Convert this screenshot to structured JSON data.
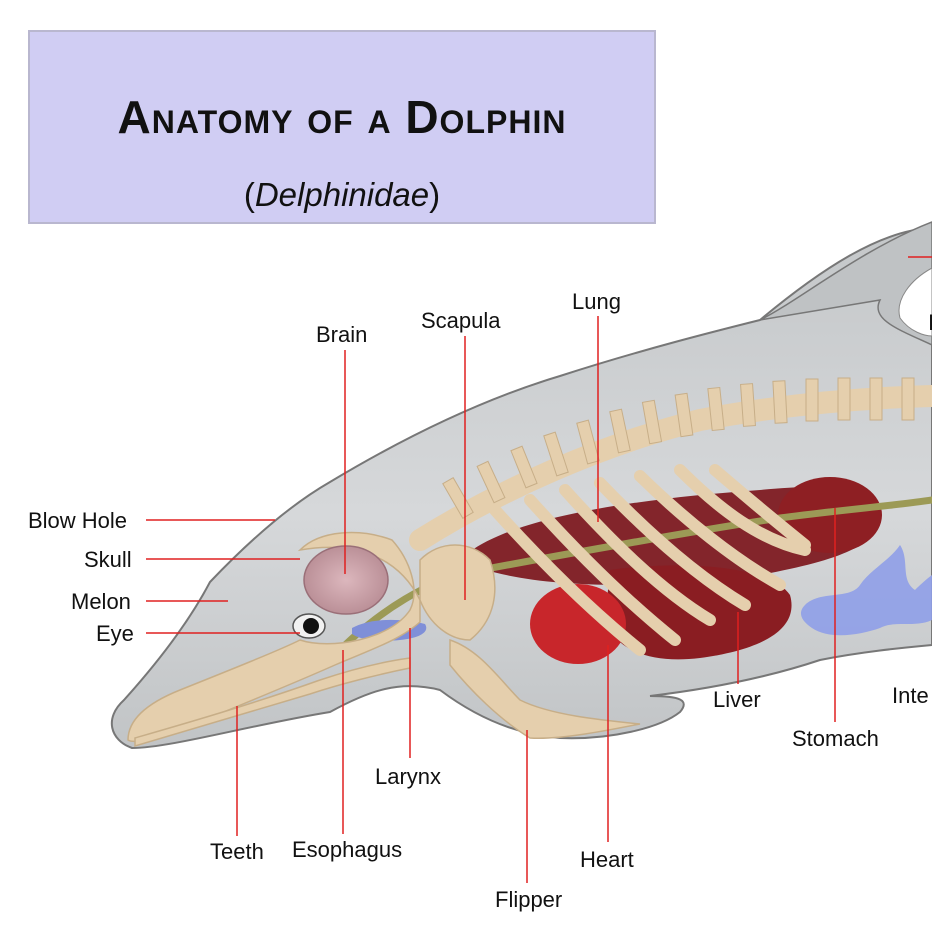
{
  "title": "Anatomy of a Dolphin",
  "subtitle_prefix": "(",
  "subtitle_name": "Delphinidae",
  "subtitle_suffix": ")",
  "labels": {
    "blow_hole": "Blow Hole",
    "skull": "Skull",
    "melon": "Melon",
    "eye": "Eye",
    "brain": "Brain",
    "scapula": "Scapula",
    "lung": "Lung",
    "teeth": "Teeth",
    "esophagus": "Esophagus",
    "larynx": "Larynx",
    "flipper": "Flipper",
    "heart": "Heart",
    "liver": "Liver",
    "stomach": "Stomach",
    "intestine_partial": "Inte",
    "cropped_partial": "I"
  },
  "colors": {
    "title_box": "#d0cdf3",
    "body": "#d2d4d6",
    "bone": "#e5cfad",
    "organ": "#8e1f23",
    "heart": "#c8262b",
    "intestine": "#8f9ee8",
    "esophagus": "#9c9a56",
    "leader_line": "#e02020"
  }
}
